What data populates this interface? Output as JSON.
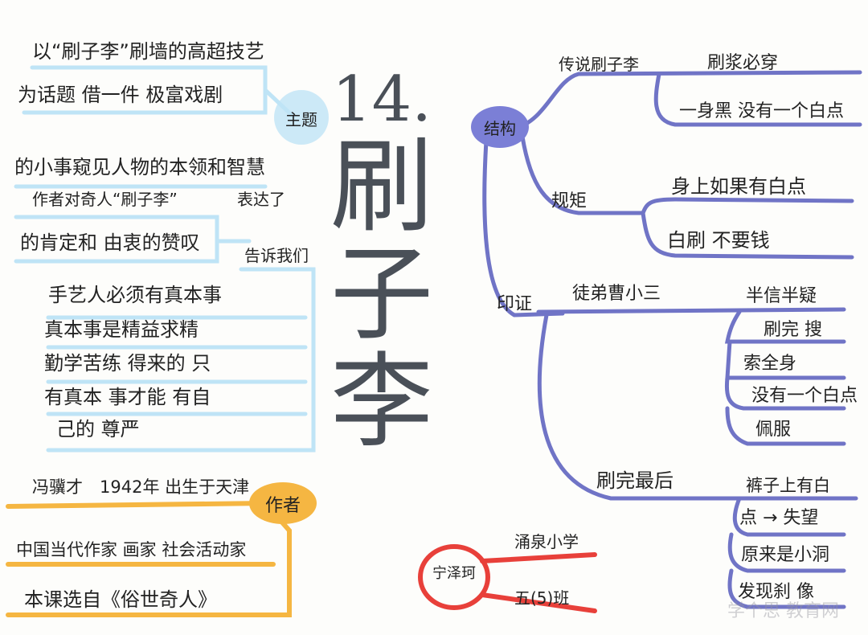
{
  "title": {
    "number": "14.",
    "chars": [
      "刷",
      "子",
      "李"
    ]
  },
  "left": {
    "theme_label": "主题",
    "theme_lines": [
      "以“刷子李”刷墙的高超技艺",
      "为话题 借一件 极富戏剧",
      "的小事窥见人物的本领和智慧"
    ],
    "attitude_lines": [
      "作者对奇人“刷子李”",
      "表达了",
      "的肯定和 由衷的赞叹"
    ],
    "tells_label": "告诉我们",
    "tells_lines": [
      "手艺人必须有真本事",
      "真本事是精益求精",
      "勤学苦练 得来的 只",
      "有真本 事才能 有自",
      "己的 尊严"
    ],
    "author_label": "作者",
    "author_lines": [
      "冯骥才　1942年 出生于天津",
      "中国当代作家 画家 社会活动家",
      "本课选自《俗世奇人》"
    ]
  },
  "right": {
    "structure_label": "结构",
    "legend": {
      "label": "传说刷子李",
      "items": [
        "刷浆必穿",
        "一身黑 没有一个白点"
      ]
    },
    "rules": {
      "label": "规矩",
      "items": [
        "身上如果有白点",
        "白刷 不要钱"
      ]
    },
    "proof_label": "印证",
    "apprentice": {
      "label": "徒弟曹小三",
      "items": [
        "半信半疑",
        "刷完 搜",
        "索全身",
        "没有一个白点",
        "佩服"
      ]
    },
    "finish": {
      "label": "刷完最后",
      "items": [
        "裤子上有白",
        "点 → 失望",
        "原来是小洞",
        "发现刹 像"
      ]
    }
  },
  "signature": {
    "name": "宁泽珂",
    "school": "涌泉小学",
    "class": "五(5)班"
  },
  "watermark": "学个思 教育网",
  "colors": {
    "branch": "#7074c6",
    "node_fill": "#7b7fd6",
    "author": "#f5b642",
    "theme": "#9fd3f0",
    "signature": "#e8403a"
  }
}
